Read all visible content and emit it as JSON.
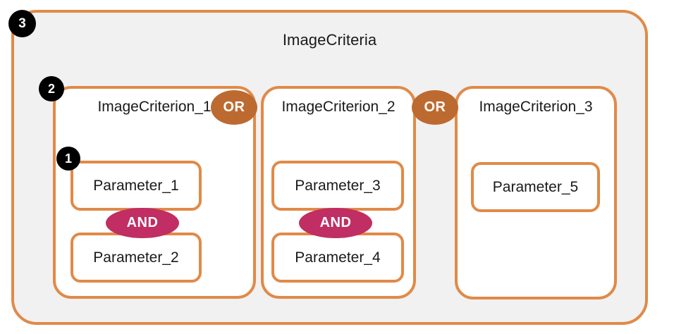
{
  "diagram": {
    "title": "ImageCriteria",
    "colors": {
      "outer_border": "#e08a48",
      "outer_fill": "#f1f1f1",
      "box_border": "#e08a48",
      "box_fill": "#ffffff",
      "or_badge": "#bd6a30",
      "and_badge": "#c02e63",
      "level_badge": "#000000",
      "text": "#1a1a1a"
    },
    "level_badges": [
      {
        "label": "1",
        "name": "parameter-level"
      },
      {
        "label": "2",
        "name": "criterion-level"
      },
      {
        "label": "3",
        "name": "criteria-level"
      }
    ],
    "operators": {
      "or": "OR",
      "and": "AND"
    },
    "criteria": [
      {
        "title": "ImageCriterion_1",
        "parameters": [
          "Parameter_1",
          "Parameter_2"
        ],
        "inner_operator": "AND"
      },
      {
        "title": "ImageCriterion_2",
        "parameters": [
          "Parameter_3",
          "Parameter_4"
        ],
        "inner_operator": "AND"
      },
      {
        "title": "ImageCriterion_3",
        "parameters": [
          "Parameter_5"
        ],
        "inner_operator": ""
      }
    ],
    "between_criteria_operators": [
      "OR",
      "OR"
    ]
  }
}
